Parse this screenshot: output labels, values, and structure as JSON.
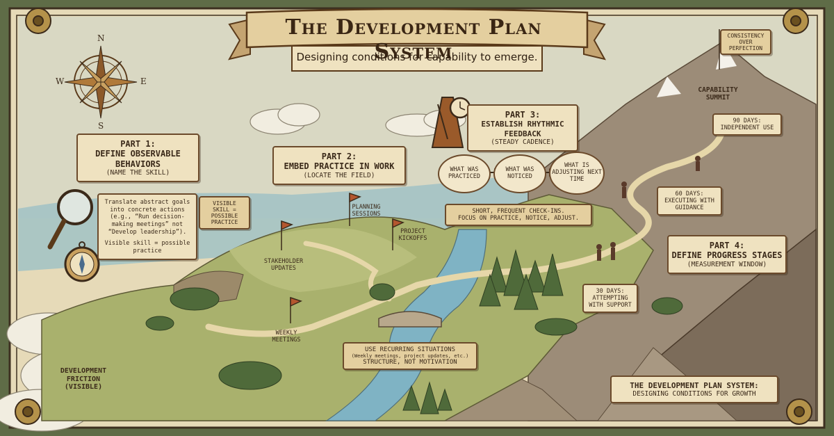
{
  "title": "The Development Plan System",
  "subtitle": "Designing conditions for capability to emerge.",
  "compass": {
    "n": "N",
    "s": "S",
    "e": "E",
    "w": "W"
  },
  "part1": {
    "title": "Part 1:",
    "heading": "Define Observable Behaviors",
    "sub": "(Name the skill)",
    "scroll_text": "Translate abstract goals into concrete actions (e.g., “Run decision-making meetings” not “Develop leadership”).",
    "scroll_text2": "Visible skill = possible practice",
    "flag": "Visible skill = possible practice"
  },
  "part2": {
    "title": "Part 2:",
    "heading": "Embed practice in work",
    "sub": "(Locate the field)"
  },
  "part3": {
    "title": "Part 3:",
    "heading": "Establish rhythmic feedback",
    "sub": "(Steady cadence)",
    "bubbles": [
      "What was practiced",
      "What was noticed",
      "What is adjusting next time"
    ],
    "banner1": "Short, frequent check-ins.",
    "banner2": "Focus on practice, notice, adjust."
  },
  "part4": {
    "title": "Part 4:",
    "heading": "Define progress stages",
    "sub": "(Measurement window)"
  },
  "flags": {
    "planning": "Planning sessions",
    "project": "Project kickoffs",
    "stakeholder": "Stakeholder updates",
    "weekly": "Weekly meetings"
  },
  "recurring": {
    "line1": "Use recurring situations",
    "line2": "(Weekly meetings, project updates, etc.)",
    "line3": "Structure, not motivation"
  },
  "stages": {
    "d30": "30 days: attempting with support",
    "d60": "60 days: executing with guidance",
    "d90": "90 days: independent use"
  },
  "summit": "Capability summit",
  "summit_flag": "Consistency over perfection",
  "friction": "Development friction (visible)",
  "footer": {
    "line1": "The Development Plan System:",
    "line2": "Designing conditions for growth"
  },
  "colors": {
    "frame": "#6f7d54",
    "parchment": "#efe2c0",
    "ink": "#3b2a1a",
    "river": "#7fb3c4",
    "grass": "#a7b36a",
    "mountain": "#8a7a6a"
  }
}
